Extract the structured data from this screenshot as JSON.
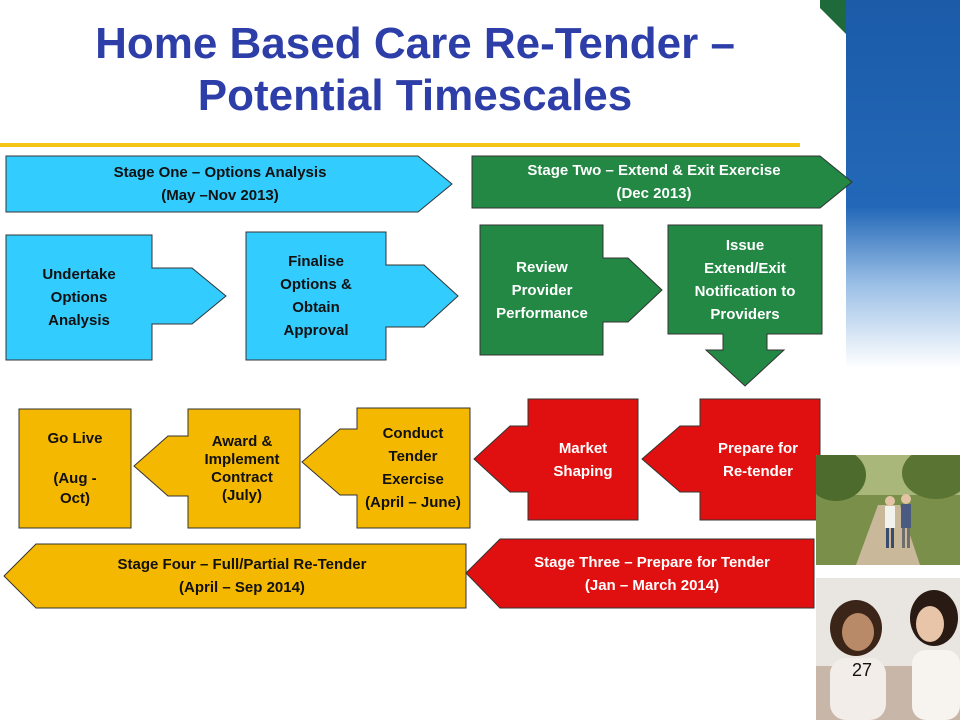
{
  "slide": {
    "title_line1": "Home Based Care Re-Tender –",
    "title_line2": "Potential Timescales",
    "page_number": "27"
  },
  "stages": {
    "one": "Stage One – Options Analysis\n(May –Nov 2013)",
    "two": "Stage Two – Extend & Exit Exercise\n(Dec 2013)",
    "three": "Stage Three – Prepare for Tender\n(Jan – March 2014)",
    "four": "Stage Four – Full/Partial Re-Tender\n(April – Sep 2014)"
  },
  "steps": {
    "undertake": "Undertake\nOptions\nAnalysis",
    "finalise": "Finalise\nOptions &\nObtain\nApproval",
    "review": "Review\nProvider\nPerformance",
    "issue": "Issue\nExtend/Exit\nNotification to\nProviders",
    "prepare": "Prepare for\nRe-tender",
    "market": "Market\nShaping",
    "conduct": "Conduct\nTender\nExercise\n(April – June)",
    "award": "Award  &\nImplement\nContract\n(July)",
    "golive": "Go Live\n\n(Aug -\nOct)"
  },
  "colors": {
    "stage_one": "#33CCFF",
    "stage_two": "#228844",
    "stage_three": "#E01010",
    "stage_four": "#F5B800",
    "title": "#2E3EA8",
    "sidebar": "#1E5AA8"
  }
}
